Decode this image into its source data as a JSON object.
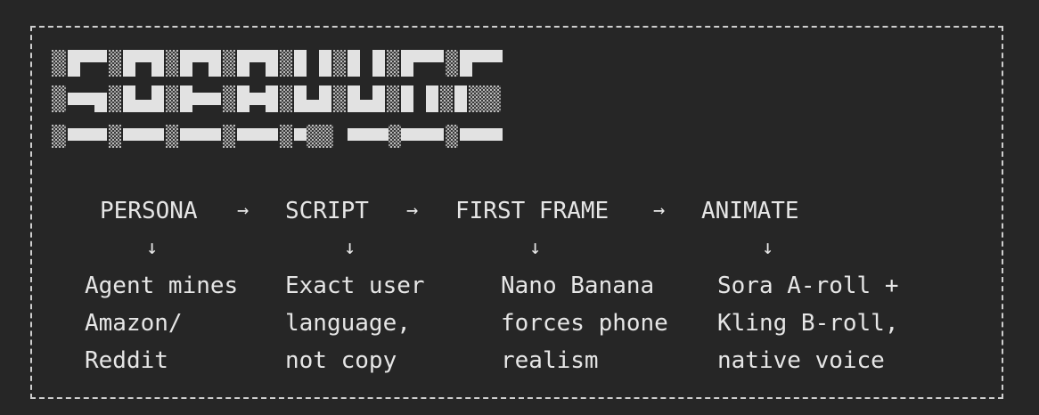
{
  "logo": {
    "icon": "ascii-block-wordmark-logo"
  },
  "stages": [
    {
      "label": "PERSONA",
      "desc": [
        "Agent mines",
        "Amazon/",
        "Reddit"
      ]
    },
    {
      "label": "SCRIPT",
      "desc": [
        "Exact user",
        "language,",
        "not copy"
      ]
    },
    {
      "label": "FIRST FRAME",
      "desc": [
        "Nano Banana",
        "forces phone",
        "realism"
      ]
    },
    {
      "label": "ANIMATE",
      "desc": [
        "Sora A-roll +",
        "Kling B-roll,",
        "native voice"
      ]
    }
  ],
  "arrows": {
    "right": "→",
    "down": "↓"
  }
}
